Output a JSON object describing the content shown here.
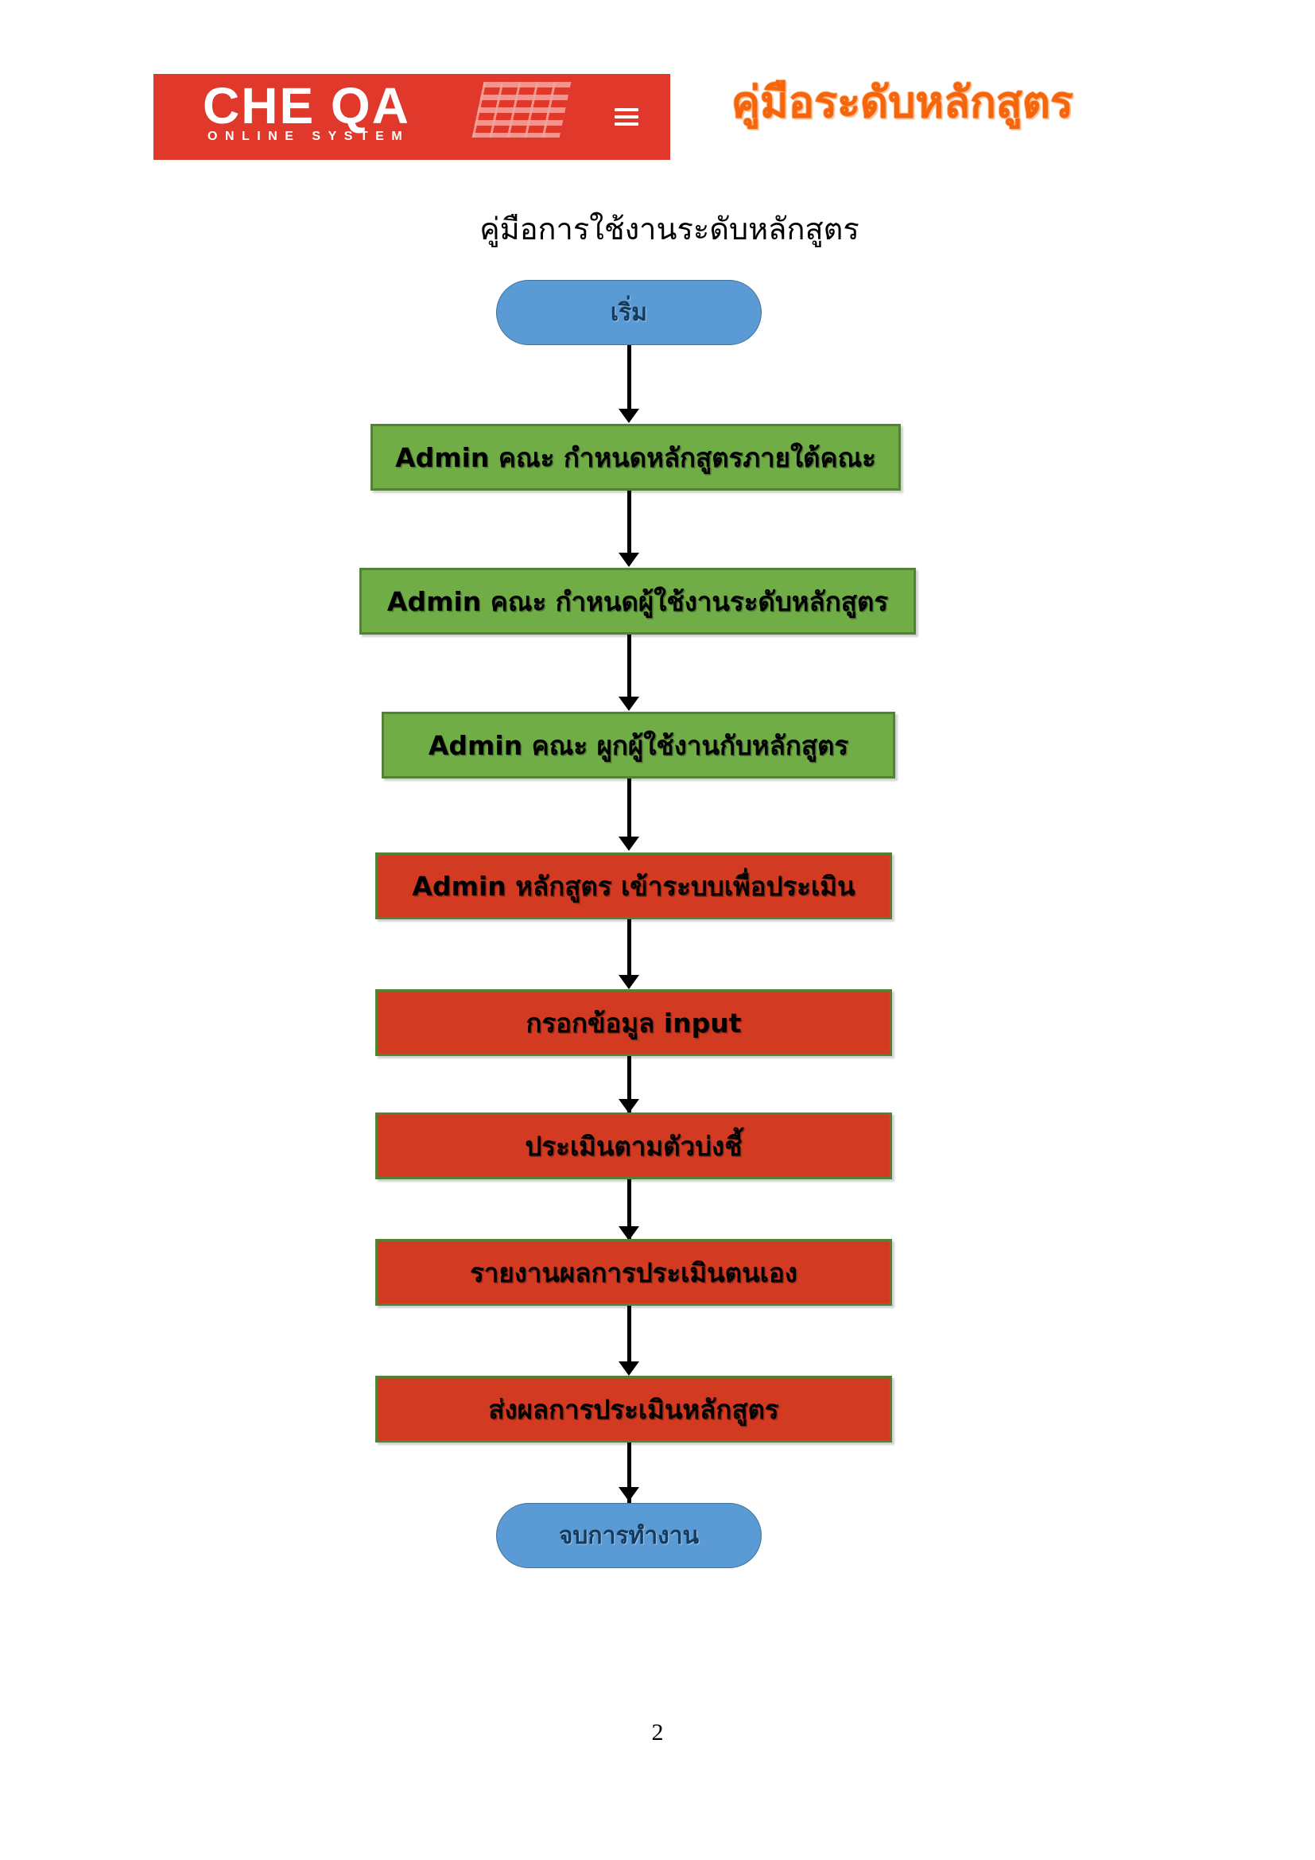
{
  "header": {
    "logo_wordmark": "CHE QA",
    "logo_subword": "ONLINE SYSTEM",
    "menu_icon": "hamburger-icon",
    "doc_title": "คู่มือระดับหลักสูตร"
  },
  "subtitle": "คู่มือการใช้งานระดับหลักสูตร",
  "flowchart": {
    "nodes": [
      {
        "id": "start",
        "shape": "terminator",
        "color": "blue",
        "label": "เริ่ม"
      },
      {
        "id": "step1",
        "shape": "process",
        "color": "green",
        "label": "Admin คณะ กำหนดหลักสูตรภายใต้คณะ"
      },
      {
        "id": "step2",
        "shape": "process",
        "color": "green",
        "label": "Admin คณะ กำหนดผู้ใช้งานระดับหลักสูตร"
      },
      {
        "id": "step3",
        "shape": "process",
        "color": "green",
        "label": "Admin คณะ ผูกผู้ใช้งานกับหลักสูตร"
      },
      {
        "id": "step4",
        "shape": "process",
        "color": "red",
        "label": "Admin หลักสูตร เข้าระบบเพื่อประเมิน"
      },
      {
        "id": "step5",
        "shape": "process",
        "color": "red",
        "label": "กรอกข้อมูล input"
      },
      {
        "id": "step6",
        "shape": "process",
        "color": "red",
        "label": "ประเมินตามตัวบ่งชี้"
      },
      {
        "id": "step7",
        "shape": "process",
        "color": "red",
        "label": "รายงานผลการประเมินตนเอง"
      },
      {
        "id": "step8",
        "shape": "process",
        "color": "red",
        "label": "ส่งผลการประเมินหลักสูตร"
      },
      {
        "id": "end",
        "shape": "terminator",
        "color": "blue",
        "label": "จบการทำงาน"
      }
    ]
  },
  "colors": {
    "brand_red": "#e0392b",
    "title_orange": "#f4650c",
    "process_green": "#70ad47",
    "process_green_border": "#548235",
    "process_red": "#d33a22",
    "terminator_blue": "#5b9bd5",
    "terminator_blue_border": "#41719c"
  },
  "footer": {
    "page_number": "2"
  }
}
